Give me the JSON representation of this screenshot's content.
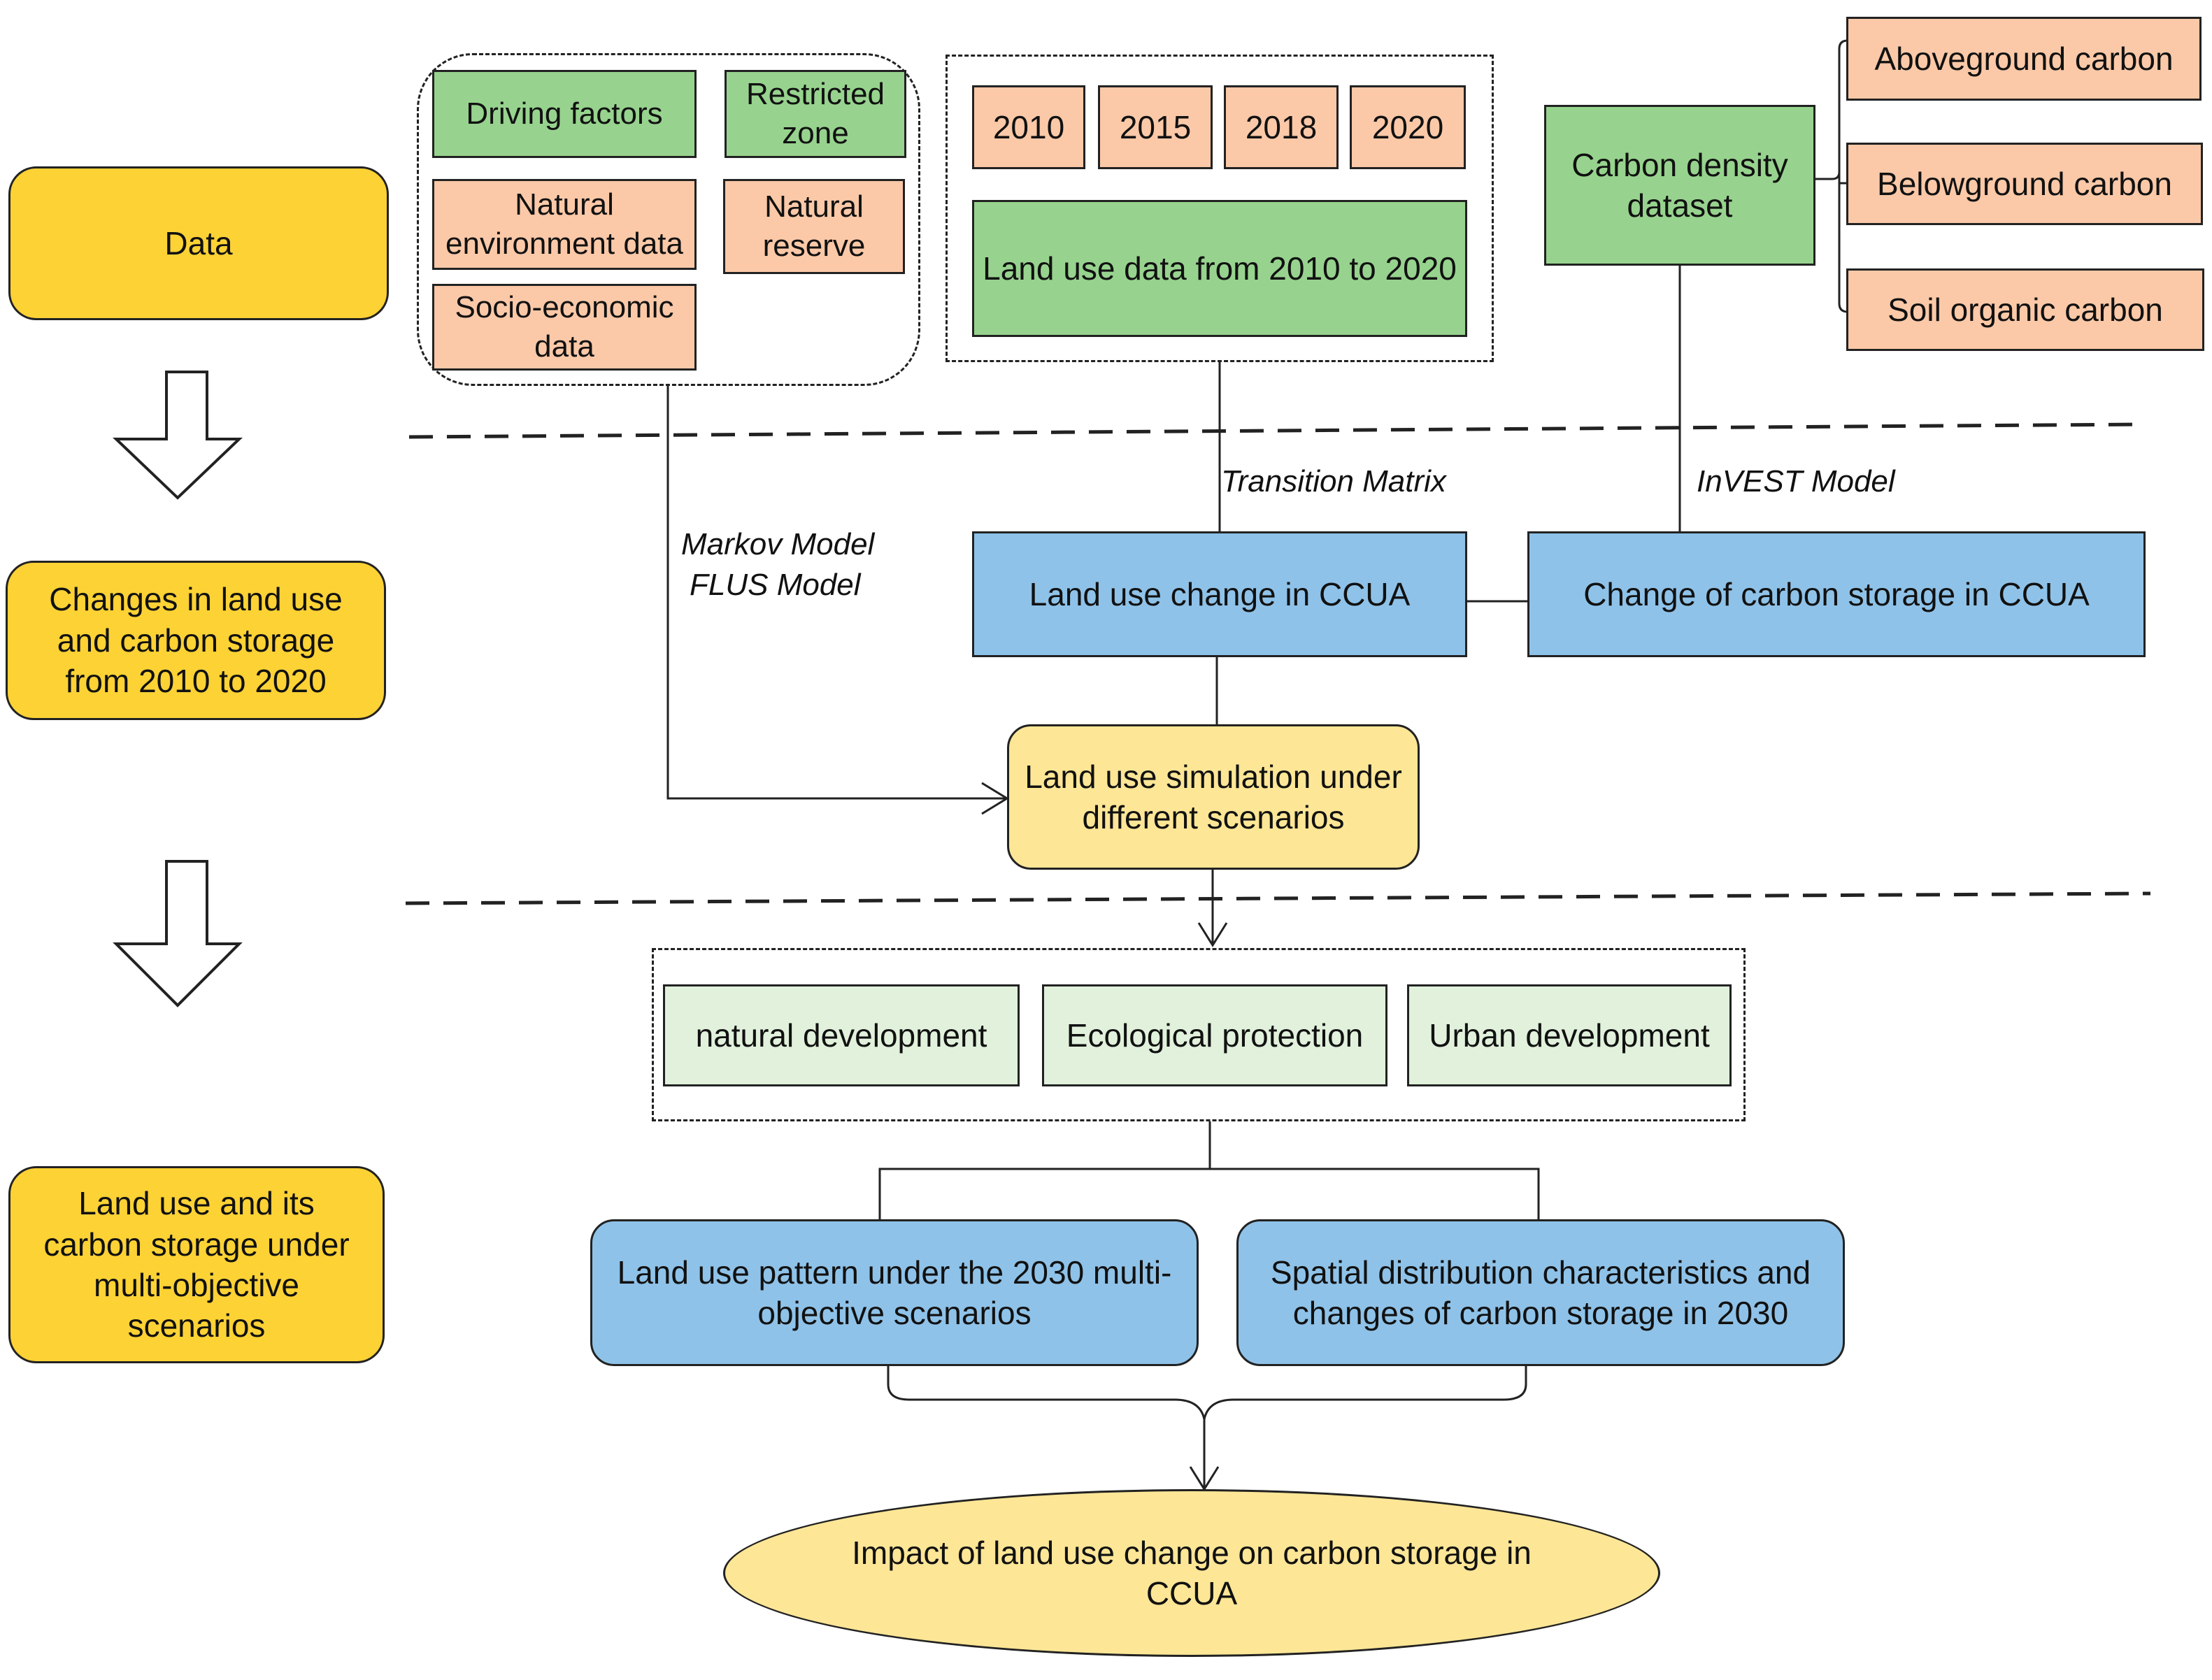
{
  "stages": {
    "data": "Data",
    "changes": "Changes in land use and carbon storage from 2010 to 2020",
    "scenarios": "Land use and its carbon storage under multi-objective scenarios"
  },
  "inputs": {
    "driving_factors": "Driving factors",
    "restricted_zone": "Restricted zone",
    "natural_environment": "Natural environment data",
    "natural_reserve": "Natural reserve",
    "socio_economic": "Socio-economic data"
  },
  "years": [
    "2010",
    "2015",
    "2018",
    "2020"
  ],
  "land_use_data": "Land use data from 2010 to 2020",
  "carbon": {
    "dataset": "Carbon density dataset",
    "pools": [
      "Aboveground carbon",
      "Belowground carbon",
      "Soil organic carbon"
    ]
  },
  "methods": {
    "transition": "Transition Matrix",
    "invest": "InVEST Model",
    "markov": "Markov Model",
    "flus": "FLUS Model"
  },
  "processes": {
    "land_use_change": "Land use change in CCUA",
    "carbon_change": "Change of carbon storage in CCUA",
    "simulation": "Land use simulation under different scenarios"
  },
  "scenarios": [
    "natural development",
    "Ecological protection",
    "Urban development"
  ],
  "outputs": {
    "pattern": "Land use pattern under the 2030 multi-objective scenarios",
    "spatial": "Spatial distribution characteristics and changes of carbon storage  in 2030",
    "impact": "Impact of land use change on carbon storage in CCUA"
  },
  "colors": {
    "stage": "#fdd235",
    "green": "#97d38e",
    "salmon": "#fbc9a8",
    "light_green": "#e1f1dc",
    "blue": "#8fc2e8",
    "yellow": "#fde696"
  },
  "icons": [
    "down-arrow-icon",
    "down-arrow-icon"
  ]
}
